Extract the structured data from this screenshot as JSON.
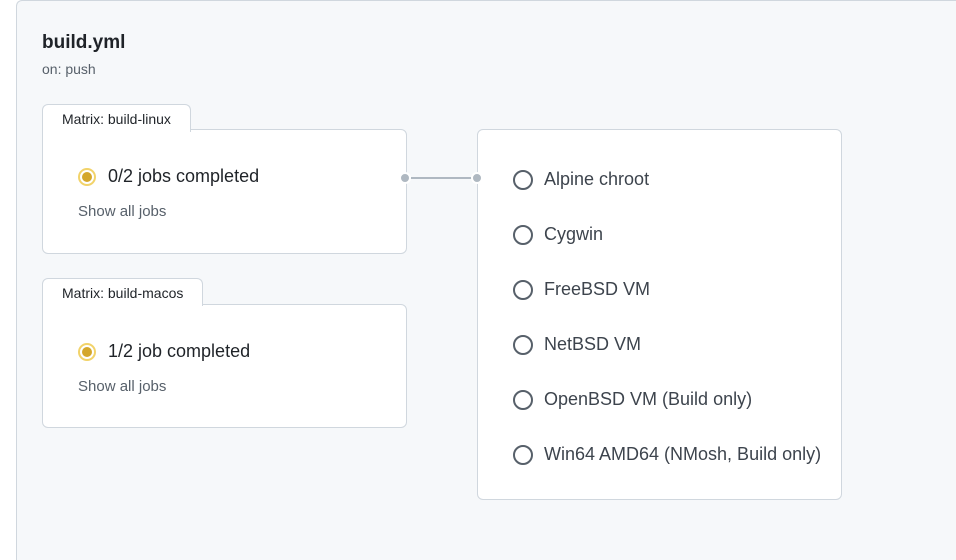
{
  "workflow": {
    "title": "build.yml",
    "trigger": "on: push"
  },
  "matrices": [
    {
      "tab_label": "Matrix: build-linux",
      "status": "0/2 jobs completed",
      "show_all_label": "Show all jobs"
    },
    {
      "tab_label": "Matrix: build-macos",
      "status": "1/2 job completed",
      "show_all_label": "Show all jobs"
    }
  ],
  "jobs": [
    {
      "label": "Alpine chroot"
    },
    {
      "label": "Cygwin"
    },
    {
      "label": "FreeBSD VM"
    },
    {
      "label": "NetBSD VM"
    },
    {
      "label": "OpenBSD VM (Build only)"
    },
    {
      "label": "Win64 AMD64 (NMosh, Build only)"
    }
  ],
  "icons": {
    "in_progress": "pending-status-icon",
    "queued": "queued-circle-icon"
  },
  "colors": {
    "canvas_bg": "#f6f8fa",
    "pending": "#d4a72c",
    "connector": "#afb8c1",
    "border": "#d0d7de"
  }
}
